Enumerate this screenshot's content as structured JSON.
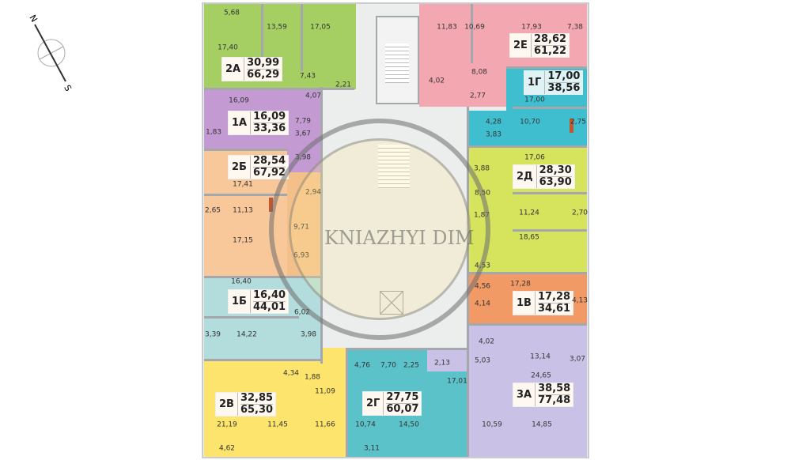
{
  "compass": {
    "north": "N",
    "south": "S"
  },
  "watermark": "KNIAZHYI DIM",
  "colors": {
    "2A": "#a5cf63",
    "1A": "#c39ad2",
    "2Б": "#f9c89a",
    "1Б": "#b3dcdc",
    "2В": "#fde46c",
    "2Г": "#5cc2c9",
    "3А": "#c9c2e6",
    "1В": "#f29a66",
    "2Д": "#d6e35d",
    "1Г": "#3fbecf",
    "2Е": "#f3a7b1",
    "core": "#e9eaea"
  },
  "apartments": [
    {
      "code": "2А",
      "living": "30,99",
      "total": "66,29",
      "rooms": [
        "5,68",
        "17,40",
        "13,59",
        "17,05",
        "7,43",
        "2,21",
        "4,07"
      ]
    },
    {
      "code": "1А",
      "living": "16,09",
      "total": "33,36",
      "rooms": [
        "16,09",
        "1,83",
        "7,79",
        "3,67",
        "3,98"
      ]
    },
    {
      "code": "2Б",
      "living": "28,54",
      "total": "67,92",
      "rooms": [
        "17,41",
        "2,94",
        "2,65",
        "11,13",
        "9,71",
        "17,15",
        "6,93"
      ]
    },
    {
      "code": "1Б",
      "living": "16,40",
      "total": "44,01",
      "rooms": [
        "16,40",
        "6,02",
        "3,39",
        "14,22",
        "3,98"
      ]
    },
    {
      "code": "2В",
      "living": "32,85",
      "total": "65,30",
      "rooms": [
        "4,34",
        "1,88",
        "11,09",
        "21,19",
        "11,45",
        "11,66",
        "4,62"
      ]
    },
    {
      "code": "2Г",
      "living": "27,75",
      "total": "60,07",
      "rooms": [
        "4,76",
        "7,70",
        "2,25",
        "2,13",
        "10,74",
        "14,50",
        "3,11",
        "17,01"
      ]
    },
    {
      "code": "3А",
      "living": "38,58",
      "total": "77,48",
      "rooms": [
        "4,02",
        "5,03",
        "13,14",
        "3,07",
        "24,65",
        "10,59",
        "14,85"
      ]
    },
    {
      "code": "1В",
      "living": "17,28",
      "total": "34,61",
      "rooms": [
        "4,53",
        "4,56",
        "4,14",
        "17,28",
        "4,13"
      ]
    },
    {
      "code": "2Д",
      "living": "28,30",
      "total": "63,90",
      "rooms": [
        "17,06",
        "3,88",
        "8,50",
        "1,87",
        "11,24",
        "2,70",
        "18,65"
      ]
    },
    {
      "code": "1Г",
      "living": "17,00",
      "total": "38,56",
      "rooms": [
        "17,00",
        "4,28",
        "10,70",
        "2,75",
        "3,83"
      ]
    },
    {
      "code": "2Е",
      "living": "28,62",
      "total": "61,22",
      "rooms": [
        "11,83",
        "10,69",
        "17,93",
        "7,38",
        "8,08",
        "4,02",
        "2,77"
      ]
    }
  ]
}
